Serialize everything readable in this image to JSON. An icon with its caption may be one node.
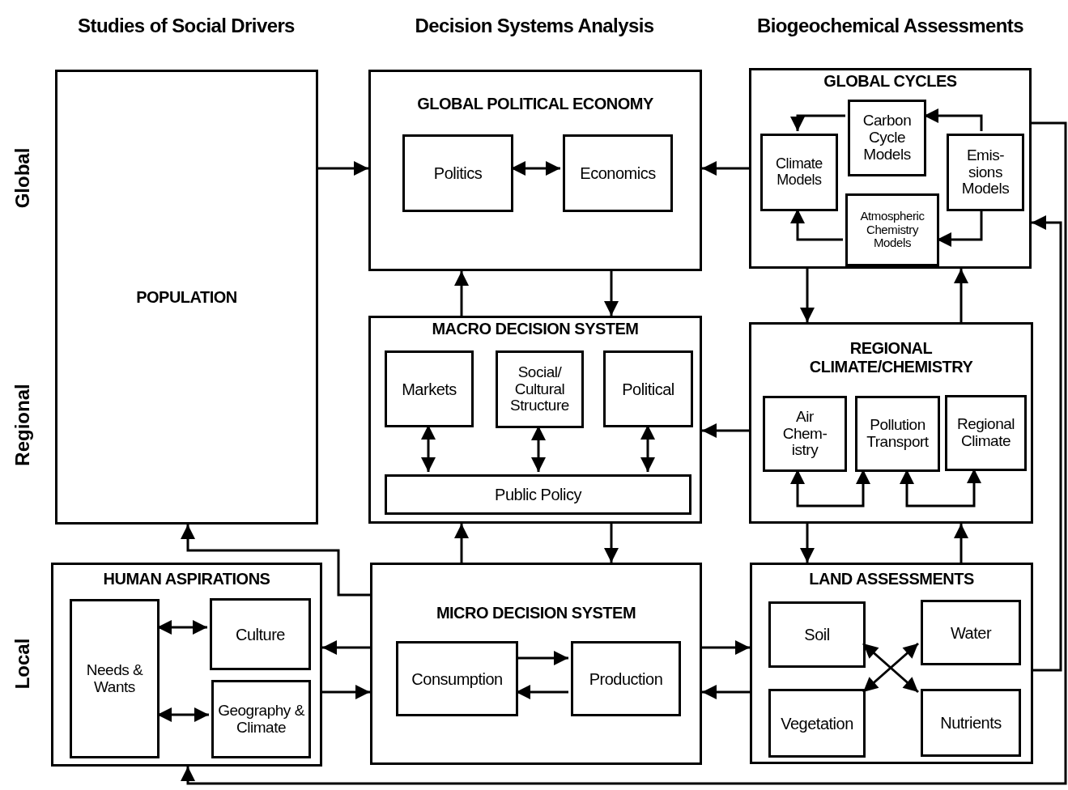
{
  "diagram": {
    "nodes": [
      {
        "text": [
          "POPULATION"
        ]
      },
      {
        "text": [
          "GLOBAL POLITICAL ECONOMY"
        ]
      },
      {
        "text": [
          "Politics"
        ],
        "in": 1
      },
      {
        "text": [
          "Economics"
        ],
        "in": 1
      },
      {
        "text": [
          "GLOBAL CYCLES"
        ]
      },
      {
        "text": [
          "Climate Models"
        ],
        "in": 4
      },
      {
        "text": [
          "Carbon Cycle Models"
        ],
        "in": 4
      },
      {
        "text": [
          "Emis- sions Models"
        ],
        "in": 4
      },
      {
        "text": [
          "Atmospheric Chemistry Models"
        ],
        "in": 4
      },
      {
        "text": [
          "MACRO DECISION SYSTEM"
        ]
      },
      {
        "text": [
          "Markets"
        ],
        "in": 9
      },
      {
        "text": [
          "Social/ Cultural Structure"
        ],
        "in": 9
      },
      {
        "text": [
          "Political"
        ],
        "in": 9
      },
      {
        "text": [
          "Public Policy"
        ],
        "in": 9
      },
      {
        "text": [
          "REGIONAL CLIMATE/CHEMISTRY"
        ]
      },
      {
        "text": [
          "Air Chem- istry"
        ],
        "in": 14
      },
      {
        "text": [
          "Pollution Transport"
        ],
        "in": 14
      },
      {
        "text": [
          "Regional Climate"
        ],
        "in": 14
      },
      {
        "text": [
          "HUMAN ASPIRATIONS"
        ]
      },
      {
        "text": [
          "Needs & Wants"
        ],
        "in": 18
      },
      {
        "text": [
          "Culture"
        ],
        "in": 18
      },
      {
        "text": [
          "Geography & Climate"
        ],
        "in": 18
      },
      {
        "text": [
          "MICRO DECISION SYSTEM"
        ]
      },
      {
        "text": [
          "Consumption"
        ],
        "in": 22
      },
      {
        "text": [
          "Production"
        ],
        "in": 22
      },
      {
        "text": [
          "LAND ASSESSMENTS"
        ]
      },
      {
        "text": [
          "Soil"
        ],
        "in": 25
      },
      {
        "text": [
          "Water"
        ],
        "in": 25
      },
      {
        "text": [
          "Vegetation"
        ],
        "in": 25
      },
      {
        "text": [
          "Nutrients"
        ],
        "in": 25
      }
    ],
    "edges": [
      {
        "from": 0,
        "to": 1,
        "arrow": "to"
      },
      {
        "from": 2,
        "to": 3,
        "arrow": "both"
      },
      {
        "from": 4,
        "to": 1,
        "arrow": "to"
      },
      {
        "from": 9,
        "to": 1,
        "arrow": "to"
      },
      {
        "from": 1,
        "to": 9,
        "arrow": "to"
      },
      {
        "from": 7,
        "to": 6,
        "arrow": "to"
      },
      {
        "from": 6,
        "to": 5,
        "arrow": "to"
      },
      {
        "from": 7,
        "to": 8,
        "arrow": "to"
      },
      {
        "from": 8,
        "to": 5,
        "arrow": "to"
      },
      {
        "from": 4,
        "to": 14,
        "arrow": "to"
      },
      {
        "from": 14,
        "to": 4,
        "arrow": "to"
      },
      {
        "from": 10,
        "to": 13,
        "arrow": "both"
      },
      {
        "from": 11,
        "to": 13,
        "arrow": "both"
      },
      {
        "from": 12,
        "to": 13,
        "arrow": "both"
      },
      {
        "from": 14,
        "to": 9,
        "arrow": "to"
      },
      {
        "from": 15,
        "to": 16,
        "arrow": "both"
      },
      {
        "from": 16,
        "to": 17,
        "arrow": "both"
      },
      {
        "from": 22,
        "to": 9,
        "arrow": "to"
      },
      {
        "from": 9,
        "to": 22,
        "arrow": "to"
      },
      {
        "from": 14,
        "to": 25,
        "arrow": "to"
      },
      {
        "from": 25,
        "to": 14,
        "arrow": "to"
      },
      {
        "from": 19,
        "to": 20,
        "arrow": "both"
      },
      {
        "from": 19,
        "to": 21,
        "arrow": "both"
      },
      {
        "from": 22,
        "to": 18,
        "arrow": "to"
      },
      {
        "from": 18,
        "to": 22,
        "arrow": "to"
      },
      {
        "from": 23,
        "to": 24,
        "arrow": "to"
      },
      {
        "from": 24,
        "to": 23,
        "arrow": "to"
      },
      {
        "from": 22,
        "to": 25,
        "arrow": "to"
      },
      {
        "from": 25,
        "to": 22,
        "arrow": "to"
      },
      {
        "from": 26,
        "to": 29,
        "arrow": "both"
      },
      {
        "from": 27,
        "to": 28,
        "arrow": "both"
      },
      {
        "from": 22,
        "to": 0,
        "arrow": "to"
      },
      {
        "from": 25,
        "to": 4,
        "arrow": "to"
      },
      {
        "from": 4,
        "to": 18,
        "arrow": "to"
      }
    ],
    "labels": [
      "Studies of Social Drivers",
      "Decision Systems Analysis",
      "Biogeochemical Assessments",
      "Global",
      "Regional",
      "Local"
    ]
  }
}
